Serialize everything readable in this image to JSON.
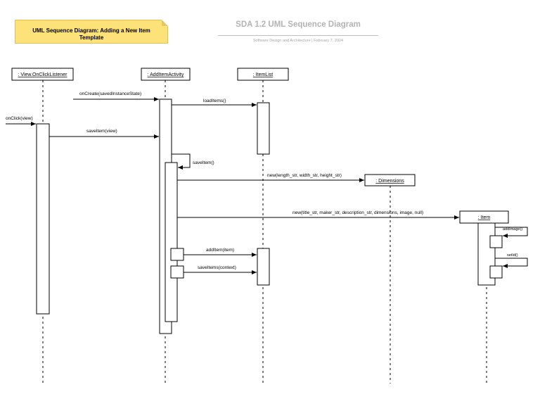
{
  "note": {
    "title": "UML Sequence Diagram: Adding a New Item Template"
  },
  "header": {
    "title": "SDA 1.2 UML Sequence Diagram",
    "subtitle": "Software Design and Architecture  |  February 7, 2024"
  },
  "participants": {
    "view": ": View.OnClickListener",
    "activity": ": AddItemActivity",
    "itemlist": ": ItemList",
    "dimensions": ": Dimensions",
    "item": ": Item"
  },
  "messages": {
    "onclick": "onClick(view)",
    "oncreate": "onCreate(savedInstanceState)",
    "loaditems": "loadItems()",
    "saveitem_view": "saveItem(view)",
    "saveitem_self": "saveItem()",
    "new_dimensions": "new(length_str, width_str, height_str)",
    "new_item": "new(title_str, maker_str, description_str, dimensions, image, null)",
    "addimage": "addImage()",
    "setid": "setId()",
    "additem": "addItem(item)",
    "saveitems": "saveItems(context)"
  }
}
